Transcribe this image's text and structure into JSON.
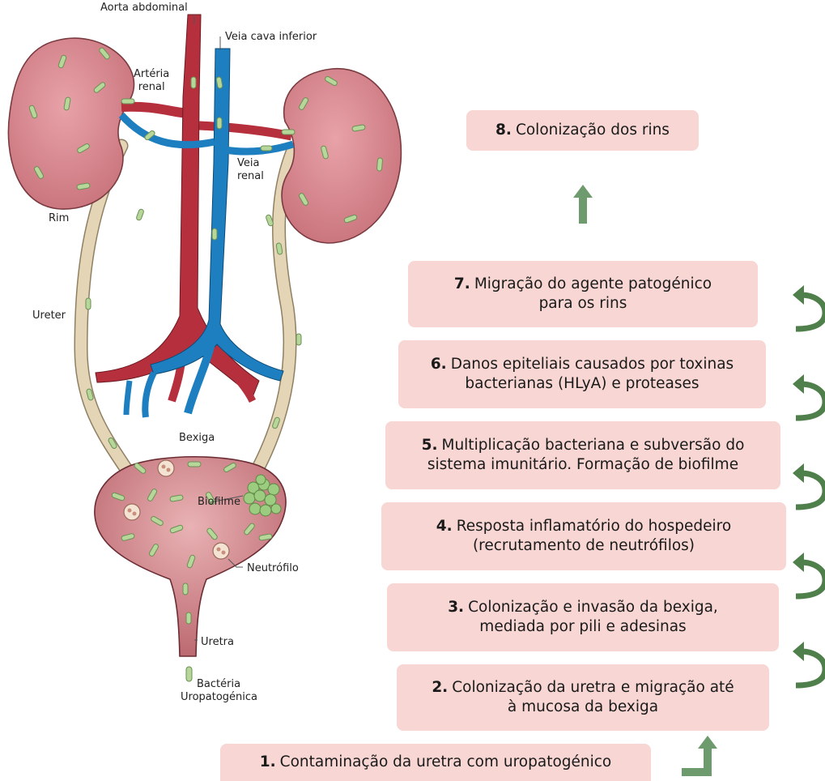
{
  "anatomy_labels": {
    "aorta": "Aorta abdominal",
    "vena_cava": "Veia cava inferior",
    "renal_artery": [
      "Artéria",
      "renal"
    ],
    "renal_vein": [
      "Veia",
      "renal"
    ],
    "kidney": "Rim",
    "ureter": "Ureter",
    "bladder": "Bexiga",
    "biofilm": "Biofilme",
    "neutrophil": "Neutrófilo",
    "urethra": "Uretra",
    "bacteria": [
      "Bactéria",
      "Uropatogénica"
    ]
  },
  "steps": [
    {
      "num": "1.",
      "lines": [
        "Contaminação da uretra com uropatogénico"
      ]
    },
    {
      "num": "2.",
      "lines": [
        "Colonização da uretra e migração até",
        "à mucosa da bexiga"
      ]
    },
    {
      "num": "3.",
      "lines": [
        "Colonização e invasão da bexiga,",
        "mediada por pili e adesinas"
      ]
    },
    {
      "num": "4.",
      "lines": [
        "Resposta inflamatório do hospedeiro",
        "(recrutamento de neutrófilos)"
      ]
    },
    {
      "num": "5.",
      "lines": [
        "Multiplicação bacteriana e subversão do",
        "sistema imunitário. Formação de biofilme"
      ]
    },
    {
      "num": "6.",
      "lines": [
        "Danos epiteliais causados por toxinas",
        "bacterianas (HLyA) e proteases"
      ]
    },
    {
      "num": "7.",
      "lines": [
        "Migração do agente patogénico",
        "para os rins"
      ]
    },
    {
      "num": "8.",
      "lines": [
        "Colonização dos rins"
      ]
    }
  ],
  "colors": {
    "box_fill": "#f7d6d3",
    "arrow_green": "#6e9b6e",
    "curve_green": "#4f7f4a",
    "kidney": "#d98890",
    "artery": "#b5303c",
    "vein": "#1e7fc0",
    "ureter": "#e3d5b6",
    "bacterium": "#b7d79a"
  }
}
